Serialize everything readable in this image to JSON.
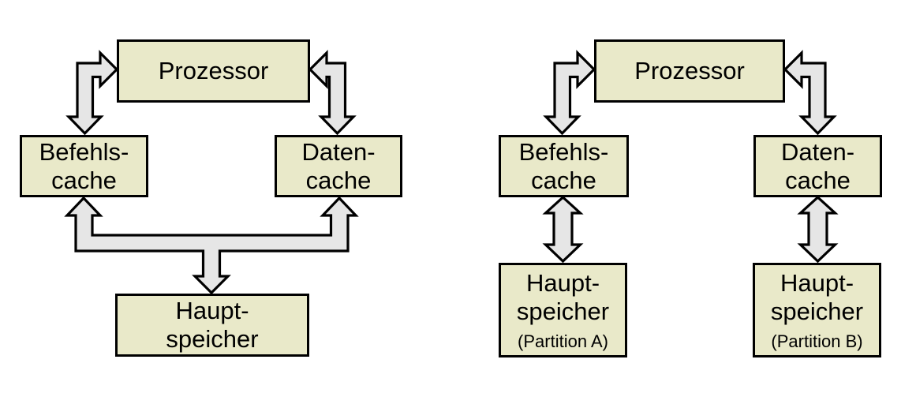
{
  "colors": {
    "background": "#ffffff",
    "box_fill": "#e9e9c9",
    "box_border": "#000000",
    "arrow_fill": "#e6e6e6",
    "arrow_stroke": "#000000",
    "text": "#000000"
  },
  "diagram_left": {
    "processor": "Prozessor",
    "instruction_cache_line1": "Befehls-",
    "instruction_cache_line2": "cache",
    "data_cache_line1": "Daten-",
    "data_cache_line2": "cache",
    "main_memory_line1": "Haupt-",
    "main_memory_line2": "speicher"
  },
  "diagram_right": {
    "processor": "Prozessor",
    "instruction_cache_line1": "Befehls-",
    "instruction_cache_line2": "cache",
    "data_cache_line1": "Daten-",
    "data_cache_line2": "cache",
    "main_memory_a_line1": "Haupt-",
    "main_memory_a_line2": "speicher",
    "main_memory_a_partition": "(Partition A)",
    "main_memory_b_line1": "Haupt-",
    "main_memory_b_line2": "speicher",
    "main_memory_b_partition": "(Partition B)"
  }
}
